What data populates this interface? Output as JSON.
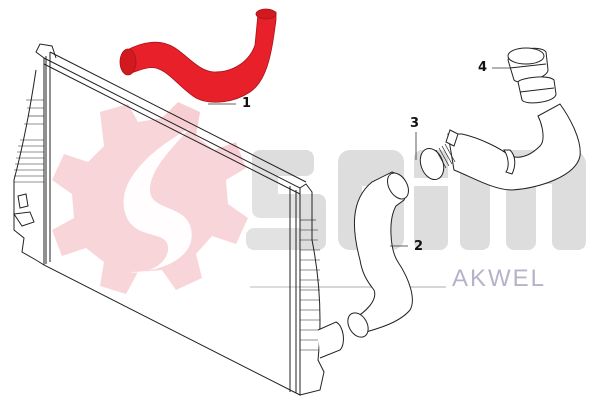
{
  "diagram": {
    "title": "Radiator and intercooler hose assembly (exploded view)",
    "watermark": {
      "logo_text": "Seim",
      "sub_brand": "AKWEL",
      "gear_color": "#f6c9cd",
      "letters_color": "#d8d8d8",
      "akwel_color": "#b5b3c9",
      "akwel_accent": "#e8a0a6"
    },
    "highlight_color": "#e8202a",
    "line_color": "#222222",
    "callouts": [
      {
        "id": "1",
        "label": "1",
        "part": "Upper red hose (highlighted)"
      },
      {
        "id": "2",
        "label": "2",
        "part": "Lower curved hose"
      },
      {
        "id": "3",
        "label": "3",
        "part": "Threaded connector"
      },
      {
        "id": "4",
        "label": "4",
        "part": "Upper end cap / coupling"
      }
    ],
    "components": [
      "radiator",
      "hose-1",
      "hose-2",
      "hose-3",
      "coupling-4"
    ]
  }
}
